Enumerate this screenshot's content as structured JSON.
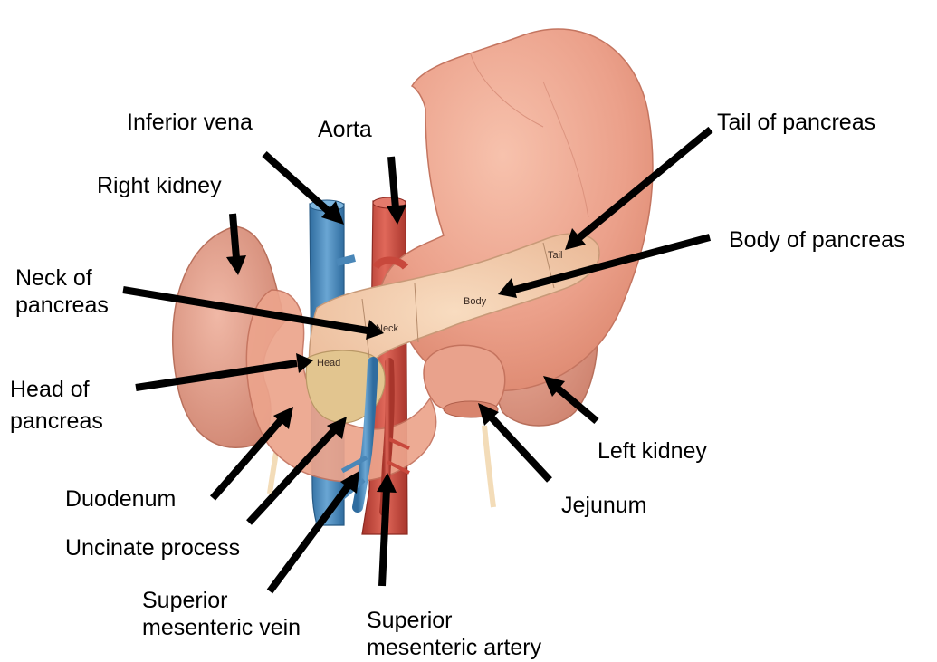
{
  "labels": {
    "inferior_vena": "Inferior vena",
    "aorta": "Aorta",
    "right_kidney": "Right kidney",
    "tail_of_pancreas": "Tail of pancreas",
    "body_of_pancreas": "Body of pancreas",
    "neck_line1": "Neck of",
    "neck_line2": "pancreas",
    "head_line1": "Head of",
    "head_line2": "pancreas",
    "duodenum": "Duodenum",
    "uncinate_process": "Uncinate process",
    "smv_line1": "Superior",
    "smv_line2": "mesenteric vein",
    "sma_line1": "Superior",
    "sma_line2": "mesenteric artery",
    "jejunum": "Jejunum",
    "left_kidney": "Left kidney"
  },
  "organ_text": {
    "tail": "Tail",
    "body": "Body",
    "neck": "Neck",
    "head": "Head"
  },
  "colors": {
    "stomach": "#eba08a",
    "kidney": "#d99580",
    "pancreas": "#f1c8a2",
    "pancreas_head": "#e2c58f",
    "vein": "#4a87b8",
    "artery": "#c8483c",
    "arrow": "#000000"
  }
}
